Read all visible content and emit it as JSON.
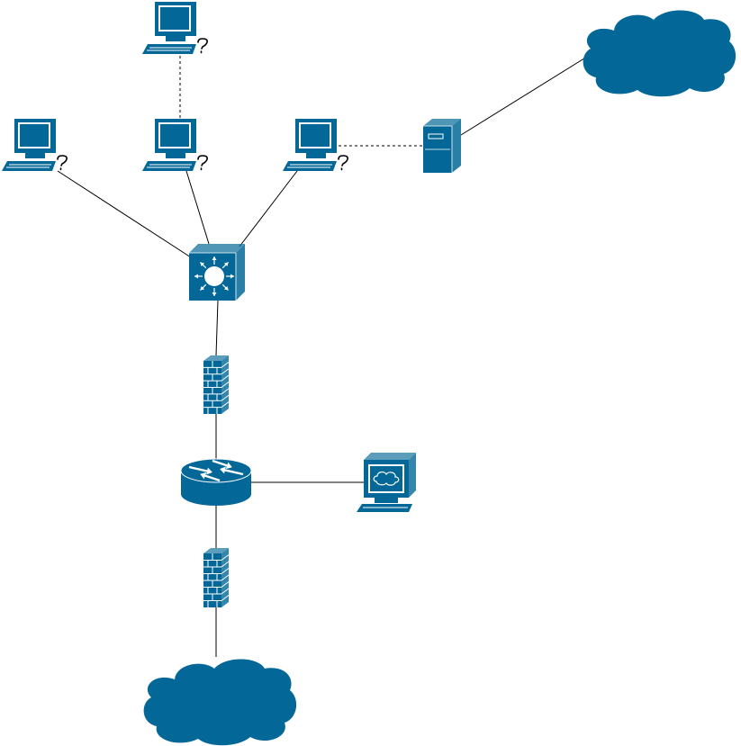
{
  "diagram": {
    "colors": {
      "device": "#036897",
      "line": "#000000",
      "background": "#ffffff",
      "highlight": "#ffffff"
    },
    "nodes": [
      {
        "id": "pc-top",
        "icon": "unknown-workstation-icon"
      },
      {
        "id": "pc-left",
        "icon": "unknown-workstation-icon"
      },
      {
        "id": "pc-middle",
        "icon": "unknown-workstation-icon"
      },
      {
        "id": "pc-right",
        "icon": "unknown-workstation-icon"
      },
      {
        "id": "server",
        "icon": "server-icon"
      },
      {
        "id": "cloud-top-right",
        "icon": "cloud-icon"
      },
      {
        "id": "layer3-switch",
        "icon": "layer3-switch-icon"
      },
      {
        "id": "firewall-upper",
        "icon": "firewall-icon"
      },
      {
        "id": "router",
        "icon": "router-icon"
      },
      {
        "id": "web-terminal",
        "icon": "web-workstation-icon"
      },
      {
        "id": "firewall-lower",
        "icon": "firewall-icon"
      },
      {
        "id": "cloud-bottom",
        "icon": "cloud-icon"
      }
    ],
    "links": [
      {
        "from": "pc-top",
        "to": "pc-middle",
        "style": "dashed"
      },
      {
        "from": "pc-right",
        "to": "server",
        "style": "dashed"
      },
      {
        "from": "server",
        "to": "cloud-top-right",
        "style": "solid"
      },
      {
        "from": "pc-left",
        "to": "layer3-switch",
        "style": "solid"
      },
      {
        "from": "pc-middle",
        "to": "layer3-switch",
        "style": "solid"
      },
      {
        "from": "pc-right",
        "to": "layer3-switch",
        "style": "solid"
      },
      {
        "from": "layer3-switch",
        "to": "firewall-upper",
        "style": "solid"
      },
      {
        "from": "firewall-upper",
        "to": "router",
        "style": "solid"
      },
      {
        "from": "router",
        "to": "web-terminal",
        "style": "solid"
      },
      {
        "from": "router",
        "to": "firewall-lower",
        "style": "solid"
      },
      {
        "from": "firewall-lower",
        "to": "cloud-bottom",
        "style": "solid"
      }
    ]
  }
}
